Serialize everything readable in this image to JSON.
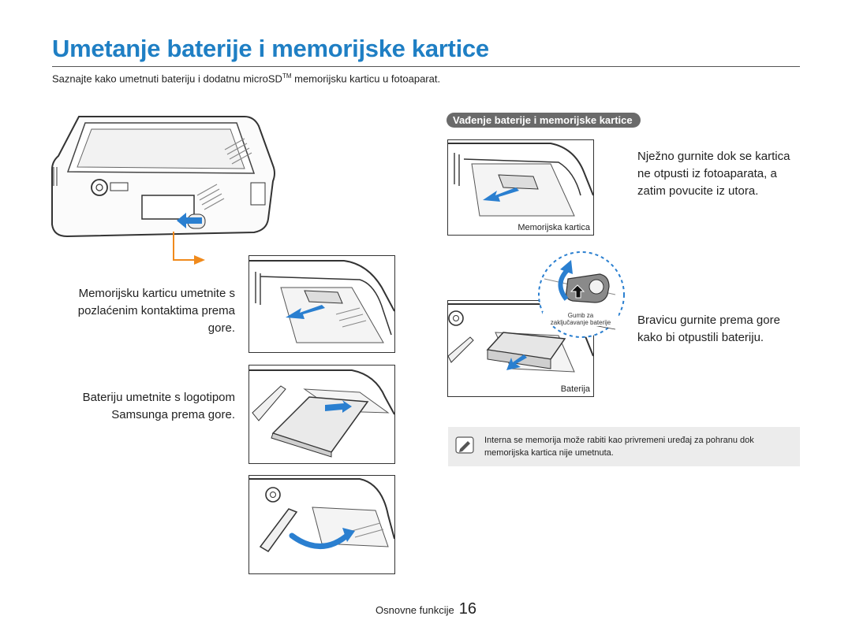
{
  "title": "Umetanje baterije i memorijske kartice",
  "subtitle": {
    "before": "Saznajte kako umetnuti bateriju i dodatnu microSD",
    "tm": "TM",
    "after": " memorijsku karticu u fotoaparat."
  },
  "left": {
    "memory_card_text": "Memorijsku karticu umetnite s pozlaćenim kontaktima prema gore.",
    "battery_text": "Bateriju umetnite s logotipom Samsunga prema gore."
  },
  "right": {
    "section_title": "Vađenje baterije i memorijske kartice",
    "card_caption": "Memorijska kartica",
    "card_text": "Nježno gurnite dok se kartica ne otpusti iz fotoaparata, a zatim povucite iz utora.",
    "lock_label_line1": "Gumb za",
    "lock_label_line2": "zaključavanje baterije",
    "battery_caption": "Baterija",
    "battery_text": "Bravicu gurnite prema gore kako bi otpustili bateriju.",
    "note": "Interna se memorija može rabiti kao privremeni uređaj za pohranu dok memorijska kartica nije umetnuta.",
    "note_icon": "note-pencil-icon"
  },
  "footer": {
    "label": "Osnovne funkcije",
    "page": "16"
  },
  "colors": {
    "title": "#1f7fc4",
    "arrow_blue": "#2a7fd0",
    "arrow_orange": "#f08a1c",
    "pill_bg": "#6a6a6a",
    "note_bg": "#ececec"
  }
}
